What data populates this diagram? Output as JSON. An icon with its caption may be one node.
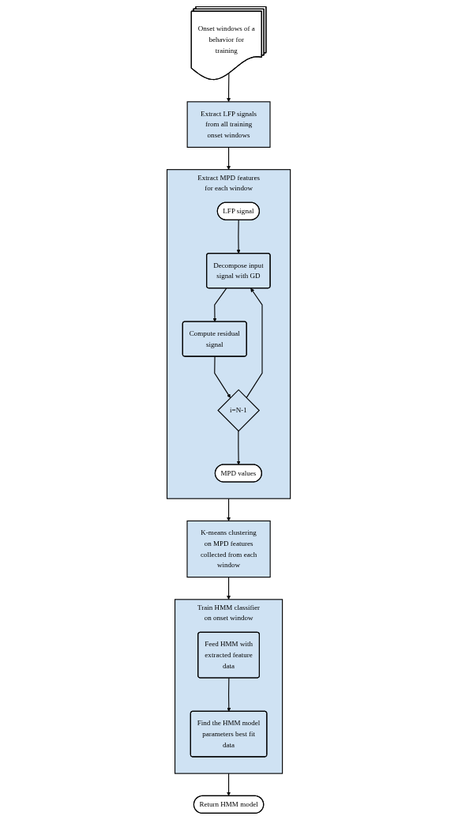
{
  "diagram": {
    "nodes": [
      {
        "text": [
          "Onset windows of a behavior for training"
        ]
      },
      {
        "text": [
          "Extract LFP signals from all training onset windows"
        ]
      },
      {
        "text": [
          "Extract MPD features for each window"
        ]
      },
      {
        "text": [
          "LFP signal"
        ],
        "in": 2
      },
      {
        "text": [
          "Decompose input signal with GD"
        ],
        "in": 2
      },
      {
        "text": [
          "Compute residual signal"
        ],
        "in": 2
      },
      {
        "text": [
          "i=N-1"
        ],
        "in": 2
      },
      {
        "text": [
          "MPD values"
        ],
        "in": 2
      },
      {
        "text": [
          "K-means clustering on MPD features collected from each window"
        ]
      },
      {
        "text": [
          "Train HMM classifier on onset window"
        ]
      },
      {
        "text": [
          "Feed HMM with extracted feature data"
        ],
        "in": 9
      },
      {
        "text": [
          "Find the HMM model parameters best fit data"
        ],
        "in": 9
      },
      {
        "text": [
          "Return HMM model"
        ]
      }
    ],
    "edges": [
      {
        "from": 0,
        "to": 1,
        "arrow": "to"
      },
      {
        "from": 1,
        "to": 2,
        "arrow": "to"
      },
      {
        "from": 3,
        "to": 4,
        "arrow": "to"
      },
      {
        "from": 4,
        "to": 5,
        "arrow": "to"
      },
      {
        "from": 5,
        "to": 6,
        "arrow": "to"
      },
      {
        "from": 6,
        "to": 4,
        "arrow": "to"
      },
      {
        "from": 6,
        "to": 7,
        "arrow": "to"
      },
      {
        "from": 2,
        "to": 8,
        "arrow": "to"
      },
      {
        "from": 8,
        "to": 9,
        "arrow": "to"
      },
      {
        "from": 10,
        "to": 11,
        "arrow": "to"
      },
      {
        "from": 9,
        "to": 12,
        "arrow": "to"
      }
    ]
  }
}
